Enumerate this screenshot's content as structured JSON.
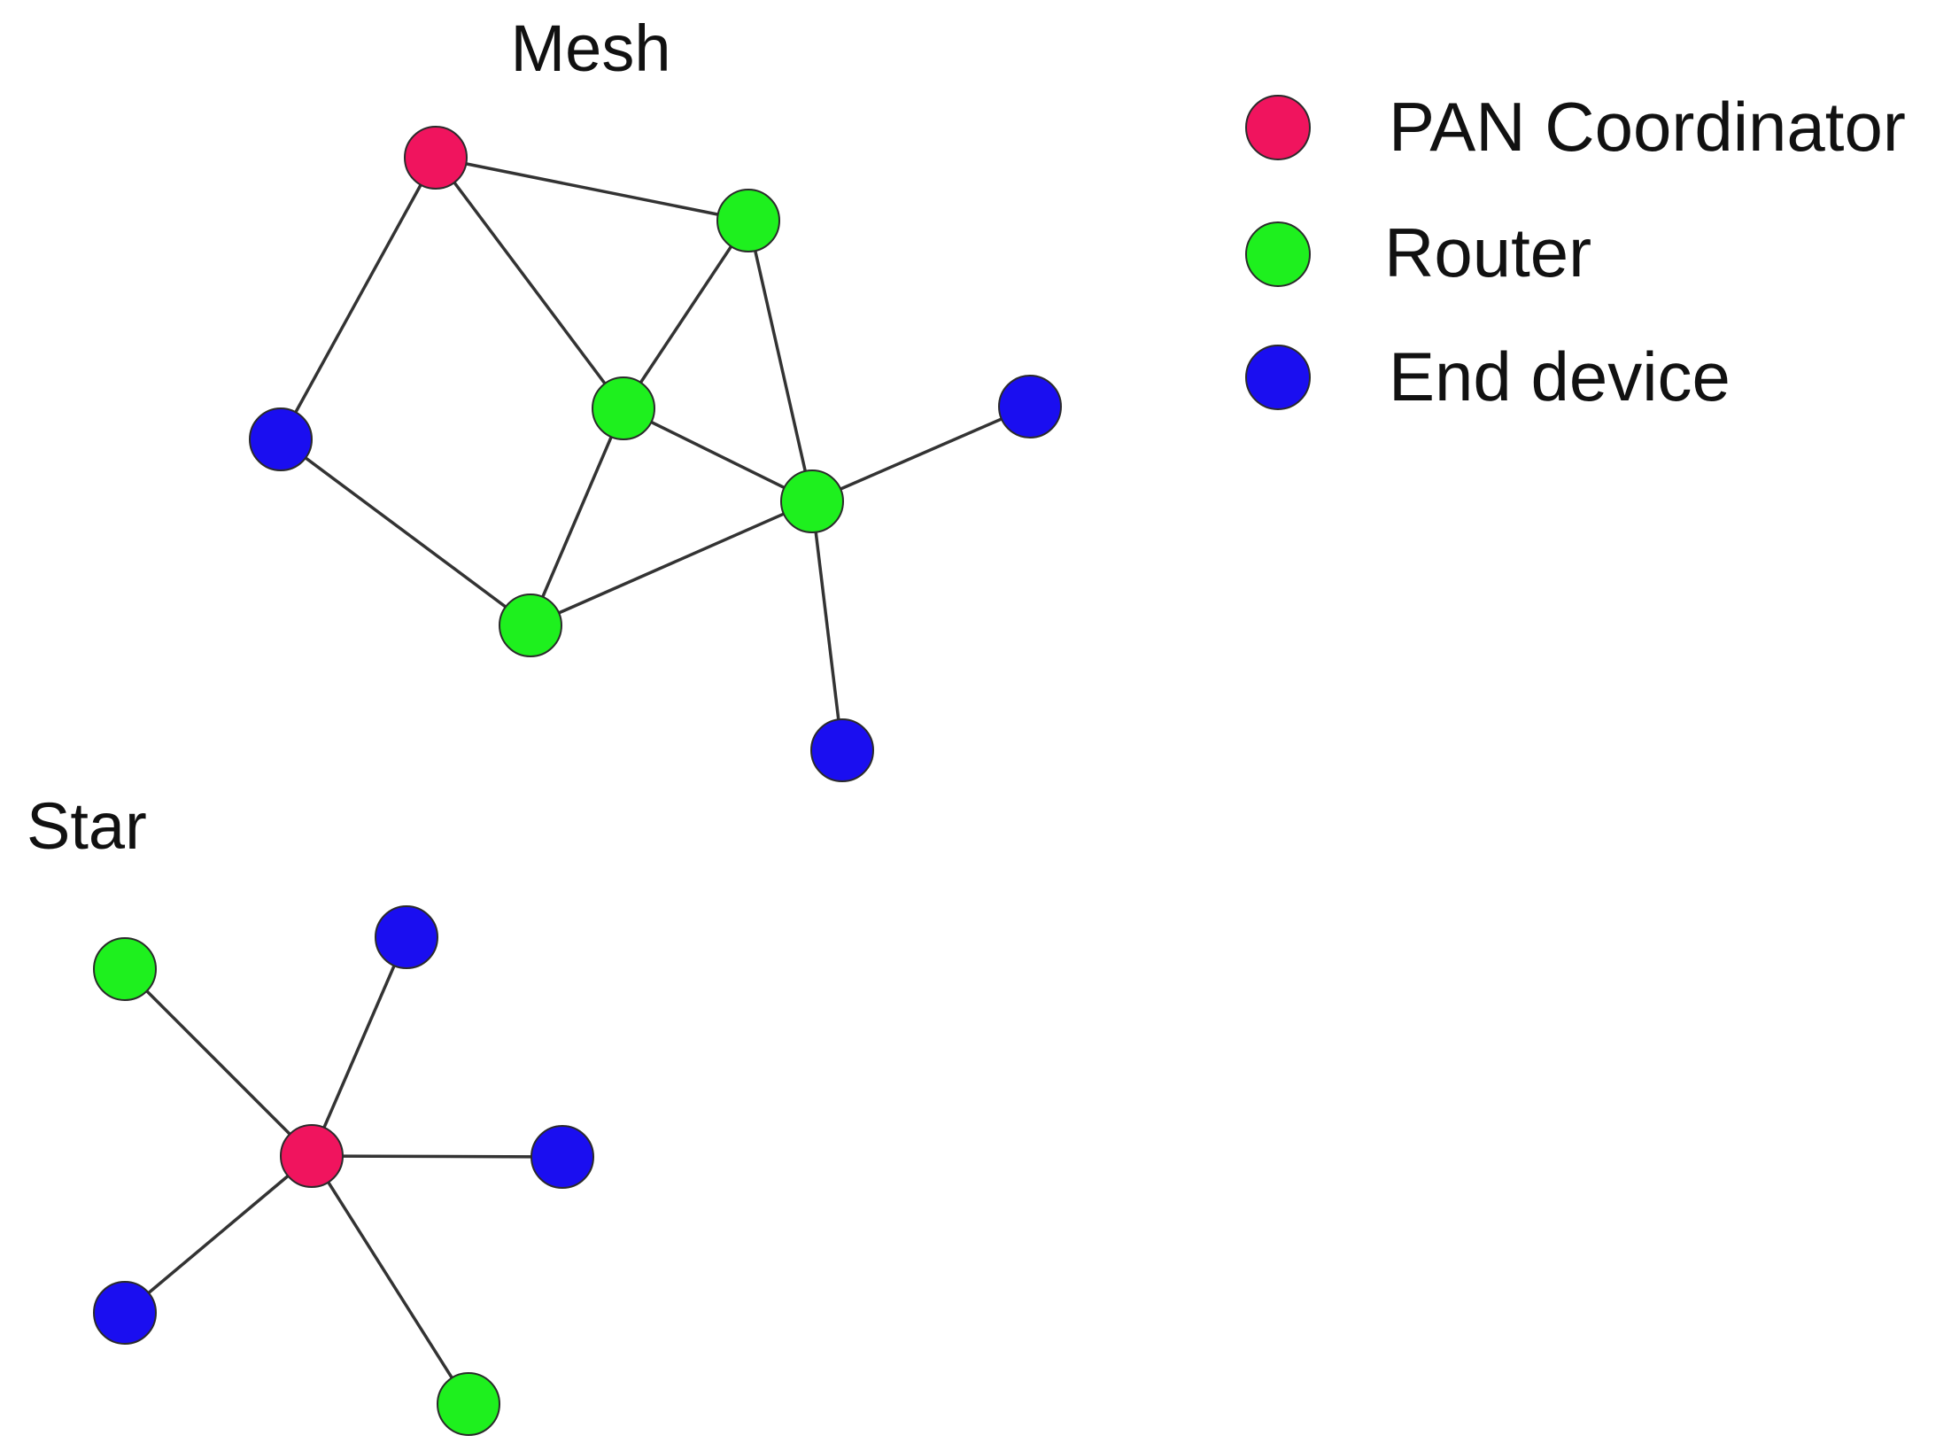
{
  "diagram": {
    "mesh_title": "Mesh",
    "star_title": "Star",
    "legend": [
      {
        "role": "coordinator",
        "label": "PAN Coordinator",
        "color": "#f0145e"
      },
      {
        "role": "router",
        "label": "Router",
        "color": "#1ef01e"
      },
      {
        "role": "end",
        "label": "End device",
        "color": "#1a0ef0"
      }
    ],
    "colors": {
      "coordinator": "#f0145e",
      "router": "#1ef01e",
      "end": "#1a0ef0"
    },
    "topologies": [
      {
        "name": "Mesh",
        "nodes": [
          {
            "id": "m-pan",
            "role": "coordinator"
          },
          {
            "id": "m-r1",
            "role": "router"
          },
          {
            "id": "m-r2",
            "role": "router"
          },
          {
            "id": "m-r3",
            "role": "router"
          },
          {
            "id": "m-r4",
            "role": "router"
          },
          {
            "id": "m-e1",
            "role": "end"
          },
          {
            "id": "m-e2",
            "role": "end"
          },
          {
            "id": "m-e3",
            "role": "end"
          }
        ],
        "edges": [
          [
            "m-pan",
            "m-r1"
          ],
          [
            "m-pan",
            "m-r2"
          ],
          [
            "m-pan",
            "m-e1"
          ],
          [
            "m-r1",
            "m-r2"
          ],
          [
            "m-r1",
            "m-r3"
          ],
          [
            "m-r2",
            "m-r3"
          ],
          [
            "m-r2",
            "m-r4"
          ],
          [
            "m-e1",
            "m-r4"
          ],
          [
            "m-r4",
            "m-r3"
          ],
          [
            "m-r3",
            "m-e2"
          ],
          [
            "m-r3",
            "m-e3"
          ]
        ]
      },
      {
        "name": "Star",
        "nodes": [
          {
            "id": "s-pan",
            "role": "coordinator"
          },
          {
            "id": "s-r1",
            "role": "router"
          },
          {
            "id": "s-r2",
            "role": "router"
          },
          {
            "id": "s-e1",
            "role": "end"
          },
          {
            "id": "s-e2",
            "role": "end"
          },
          {
            "id": "s-e3",
            "role": "end"
          }
        ],
        "edges": [
          [
            "s-pan",
            "s-r1"
          ],
          [
            "s-pan",
            "s-e1"
          ],
          [
            "s-pan",
            "s-e2"
          ],
          [
            "s-pan",
            "s-e3"
          ],
          [
            "s-pan",
            "s-r2"
          ]
        ]
      }
    ]
  }
}
